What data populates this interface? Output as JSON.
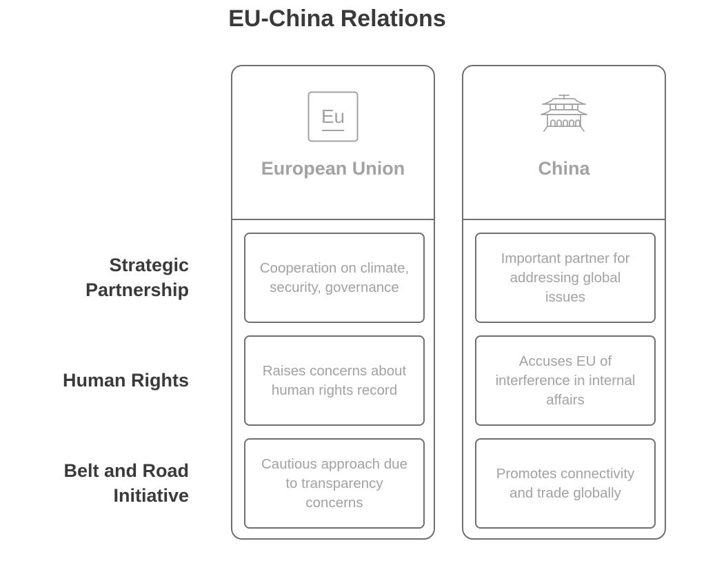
{
  "title": "EU-China Relations",
  "row_labels": [
    "Strategic Partnership",
    "Human Rights",
    "Belt and Road Initiative"
  ],
  "columns": [
    {
      "name": "European Union",
      "icon": "eu-logo-icon",
      "icon_text": "Eu",
      "cells": [
        "Cooperation on climate, security, governance",
        "Raises concerns about human rights record",
        "Cautious approach due to transparency concerns"
      ]
    },
    {
      "name": "China",
      "icon": "chinese-temple-icon",
      "cells": [
        "Important partner for addressing global issues",
        "Accuses EU of interference in internal affairs",
        "Promotes connectivity and trade globally"
      ]
    }
  ],
  "colors": {
    "title_text": "#3a3a3a",
    "muted_text": "#a2a2a2",
    "border": "#6e6e6e"
  }
}
